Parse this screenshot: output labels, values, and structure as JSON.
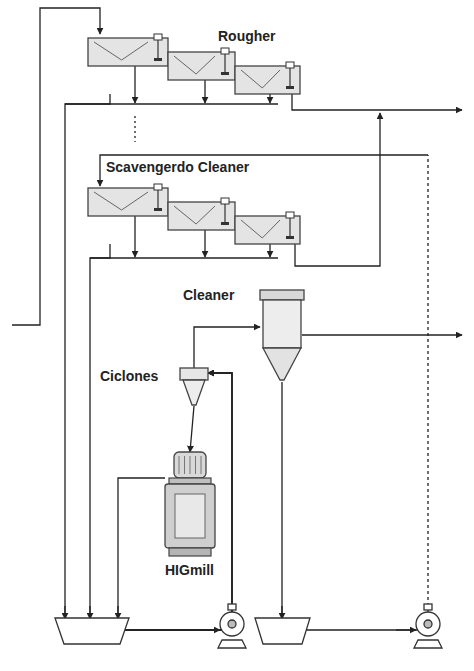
{
  "diagram": {
    "nodes": [
      {
        "text": [
          "Rougher"
        ]
      },
      {
        "text": [
          "Scavengerdo Cleaner"
        ]
      },
      {
        "text": [
          "Cleaner"
        ]
      },
      {
        "text": [
          "Ciclones"
        ]
      },
      {
        "text": [
          "HIGmill"
        ]
      }
    ],
    "edges": [
      {
        "from": 0,
        "to": 3,
        "arrow": "to"
      },
      {
        "from": 1,
        "to": 3,
        "arrow": "to"
      },
      {
        "from": 4,
        "to": 3,
        "arrow": "to"
      },
      {
        "from": 3,
        "to": 2,
        "arrow": "to"
      },
      {
        "from": 3,
        "to": 4,
        "arrow": "to"
      },
      {
        "from": 2,
        "to": 1,
        "arrow": "to"
      }
    ]
  }
}
